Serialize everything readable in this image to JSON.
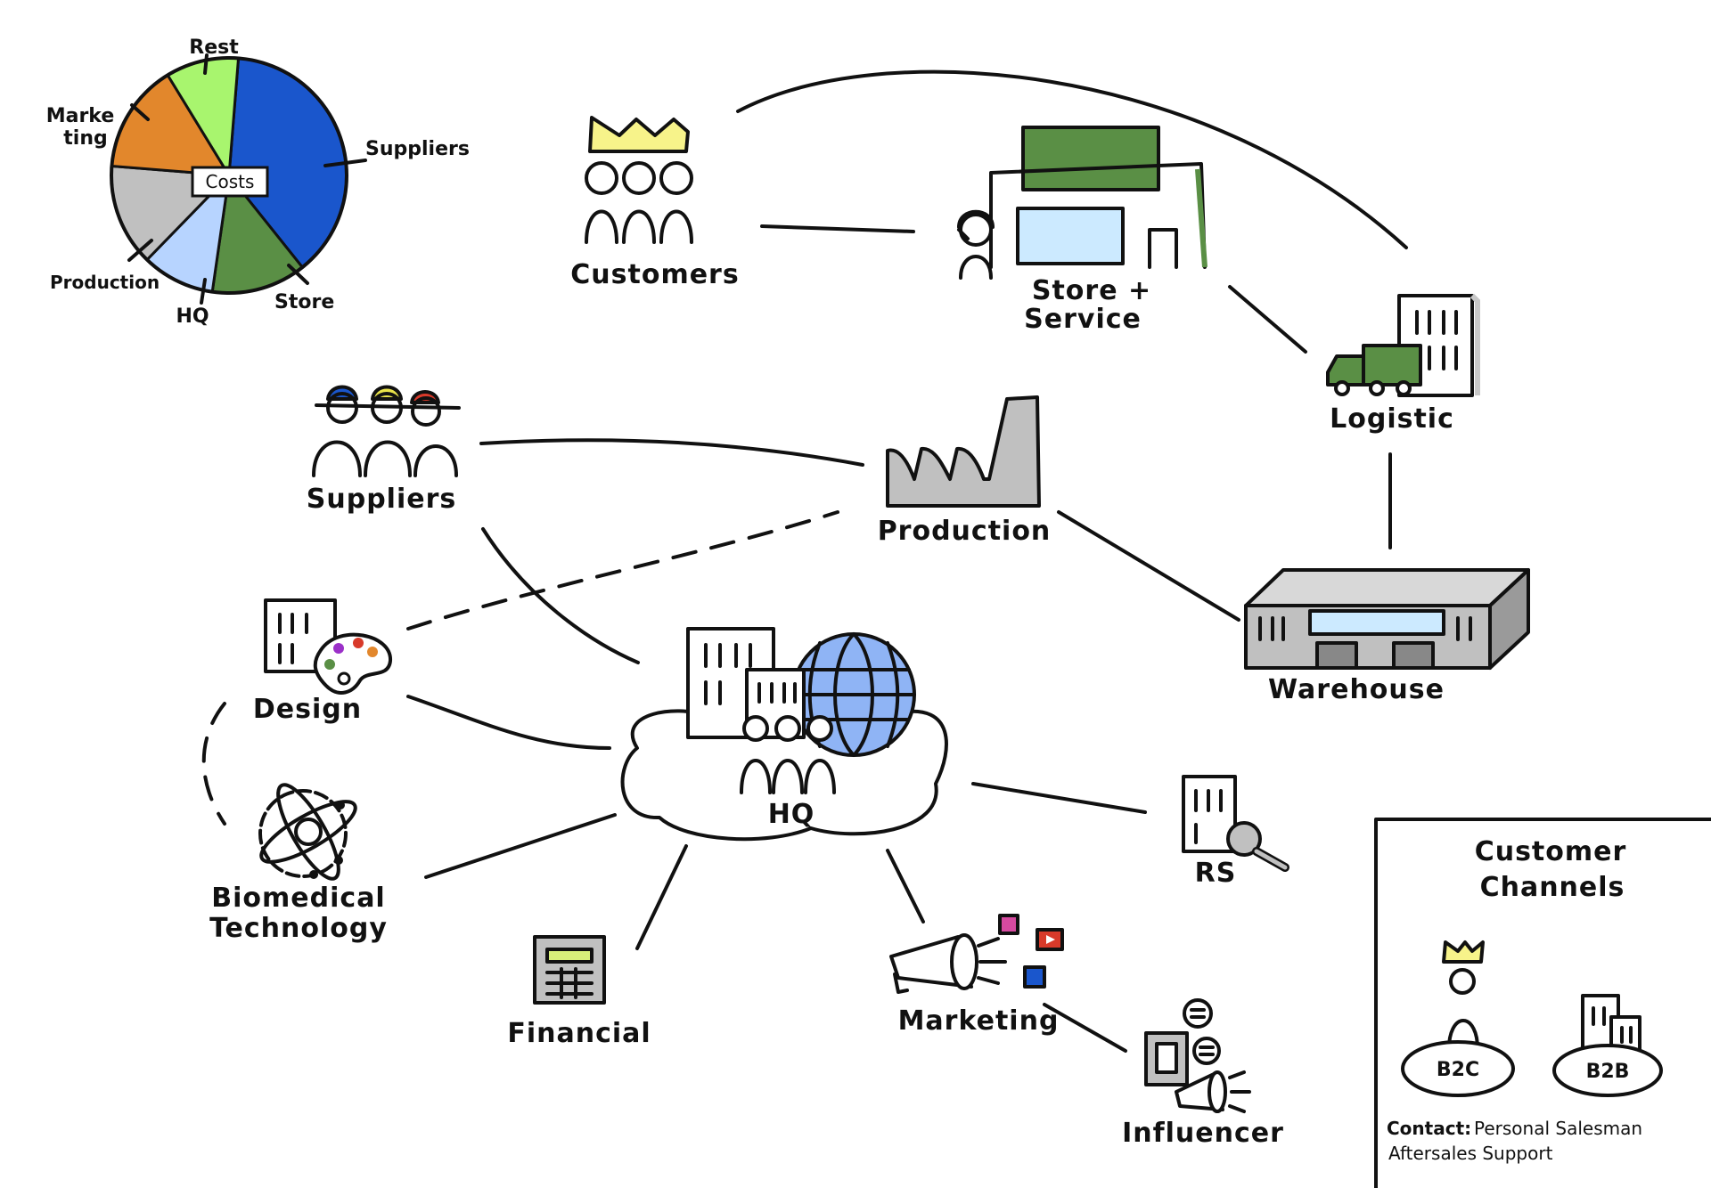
{
  "pie": {
    "center_label": "Costs",
    "slices": [
      {
        "label": "Suppliers",
        "value": 38,
        "color": "#1a56cc"
      },
      {
        "label": "Store",
        "value": 13,
        "color": "#5a8f45"
      },
      {
        "label": "HQ",
        "value": 10,
        "color": "#b7d4ff"
      },
      {
        "label": "Production",
        "value": 14,
        "color": "#c0c0c0"
      },
      {
        "label": "Marketing",
        "value": 15,
        "color": "#e2872c"
      },
      {
        "label": "Rest",
        "value": 10,
        "color": "#a8f56e"
      }
    ],
    "label_marketing_line1": "Marke",
    "label_marketing_line2": "ting"
  },
  "nodes": {
    "customers": "Customers",
    "store_line1": "Store +",
    "store_line2": "Service",
    "logistic": "Logistic",
    "suppliers": "Suppliers",
    "production": "Production",
    "warehouse": "Warehouse",
    "design": "Design",
    "hq": "HQ",
    "biomedical_line1": "Biomedical",
    "biomedical_line2": "Technology",
    "financial": "Financial",
    "marketing": "Marketing",
    "rs": "RS",
    "influencer": "Influencer"
  },
  "channels": {
    "title_line1": "Customer",
    "title_line2": "Channels",
    "b2c": "B2C",
    "b2b": "B2B",
    "contact_label": "Contact:",
    "contact_value": "Personal Salesman",
    "support": "Aftersales Support"
  },
  "colors": {
    "green": "#5a8f45",
    "yellow": "#f7f38a",
    "light_blue": "#cceaff",
    "globe_blue": "#8fb4f5",
    "grey": "#c0c0c0",
    "blue_cap": "#1a56cc",
    "yellow_cap": "#e8e24a",
    "red_cap": "#d83a2a"
  }
}
